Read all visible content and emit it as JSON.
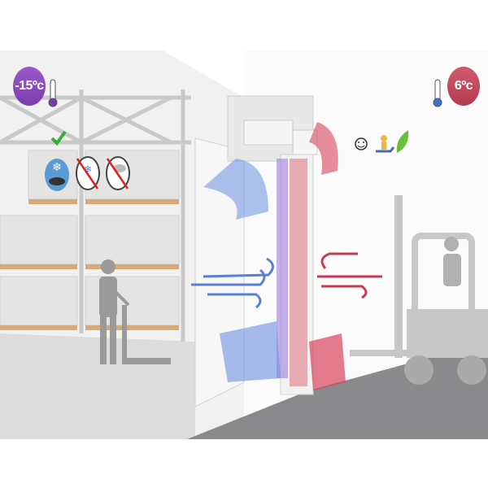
{
  "cold_side": {
    "temperature": "-15ºc",
    "color": "#8e44c4",
    "thermometer_icon": "thermometer-icon",
    "icons": [
      {
        "name": "frozen-fish-icon",
        "status": "allowed"
      },
      {
        "name": "ice-icon",
        "status": "crossed-out"
      },
      {
        "name": "fog-icon",
        "status": "crossed-out"
      }
    ],
    "check_icon": "checkmark-icon",
    "check_color": "#3cab3c"
  },
  "warm_side": {
    "temperature": "6ºc",
    "color": "#c24a5f",
    "thermometer_icon": "thermometer-icon",
    "icons": [
      "smiley-icon",
      "money-hand-icon",
      "leaf-icon"
    ]
  },
  "colors": {
    "cold_air": "#6a8fe0",
    "warm_air": "#d8455e",
    "floor": "#8a8a8c"
  }
}
